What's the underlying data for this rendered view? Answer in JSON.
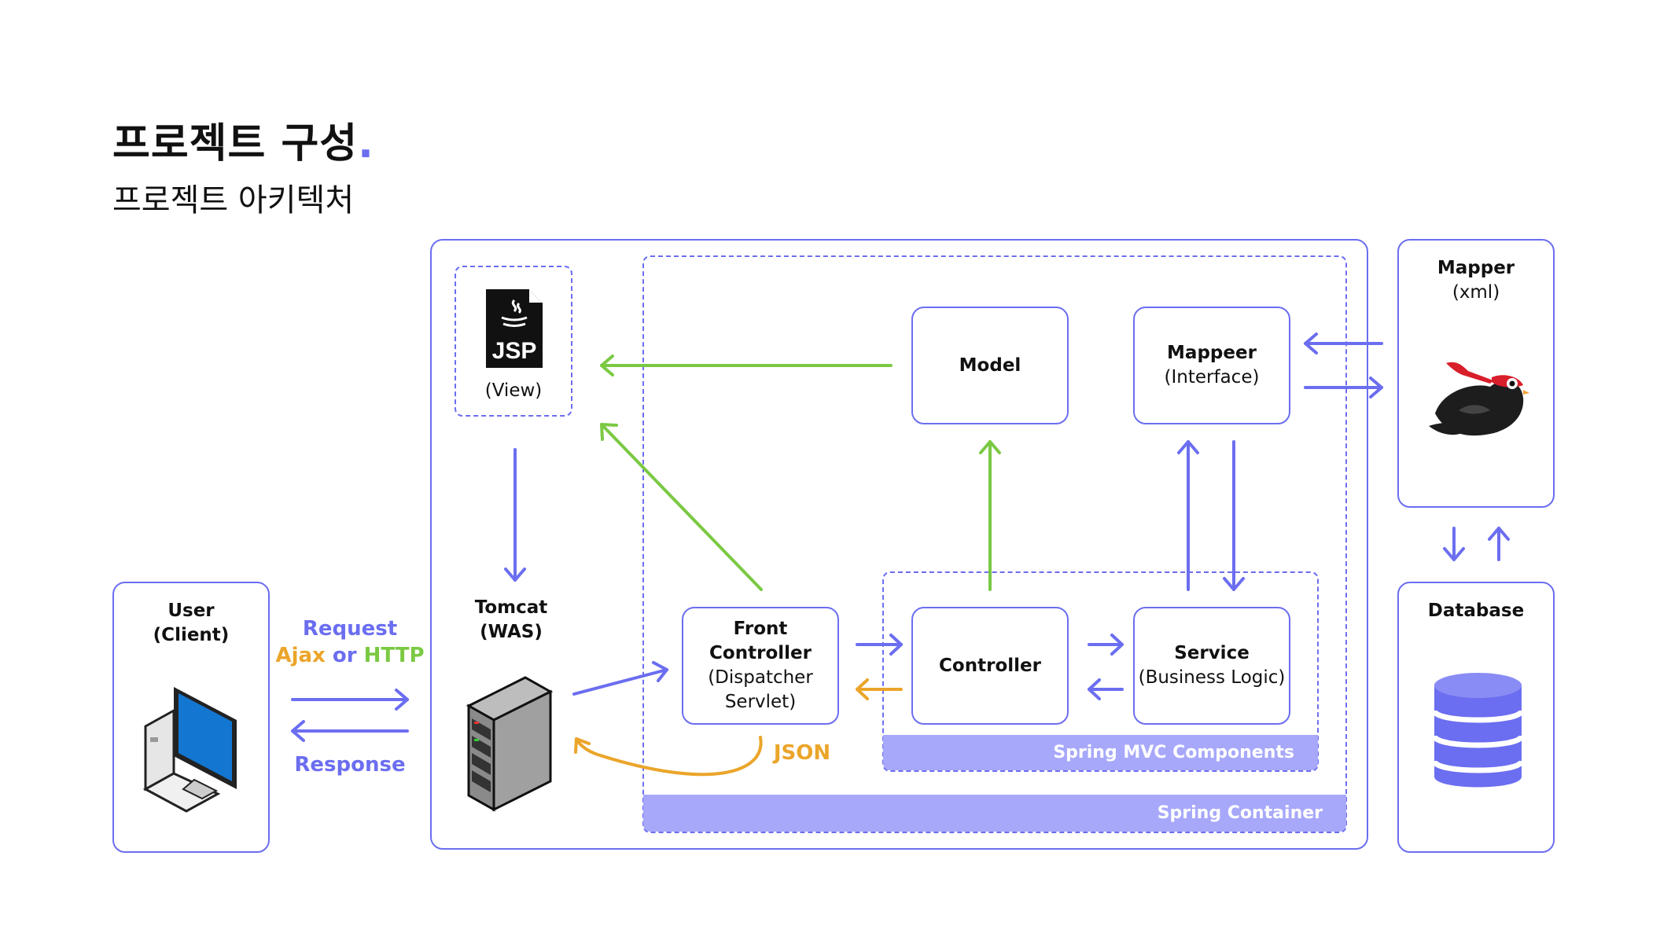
{
  "header": {
    "title": "프로젝트 구성",
    "title_dot": ".",
    "subtitle": "프로젝트 아키텍처"
  },
  "user": {
    "title": "User",
    "subtitle": "(Client)"
  },
  "request": {
    "label": "Request",
    "ajax": "Ajax",
    "or": " or ",
    "http": "HTTP"
  },
  "response": {
    "label": "Response"
  },
  "tomcat": {
    "title": "Tomcat",
    "subtitle": "(WAS)"
  },
  "view": {
    "icon_text": "JSP",
    "label": "(View)"
  },
  "front_controller": {
    "title": "Front Controller",
    "line2": "(Dispatcher",
    "line3": "Servlet)"
  },
  "model": {
    "title": "Model"
  },
  "mappeer": {
    "title": "Mappeer",
    "subtitle": "(Interface)"
  },
  "controller": {
    "title": "Controller"
  },
  "service": {
    "title": "Service",
    "subtitle": "(Business Logic)"
  },
  "json_label": "JSON",
  "spring_mvc": "Spring MVC Components",
  "spring_container": "Spring Container",
  "mapper_xml": {
    "title": "Mapper",
    "subtitle": "(xml)"
  },
  "database": {
    "title": "Database"
  },
  "colors": {
    "accent": "#6b6ef0",
    "green": "#7ac943",
    "orange": "#eba52a",
    "band": "#a7a8fa"
  },
  "icons": [
    "computer-icon",
    "server-icon",
    "jsp-file-icon",
    "mybatis-bird-icon",
    "database-icon"
  ]
}
